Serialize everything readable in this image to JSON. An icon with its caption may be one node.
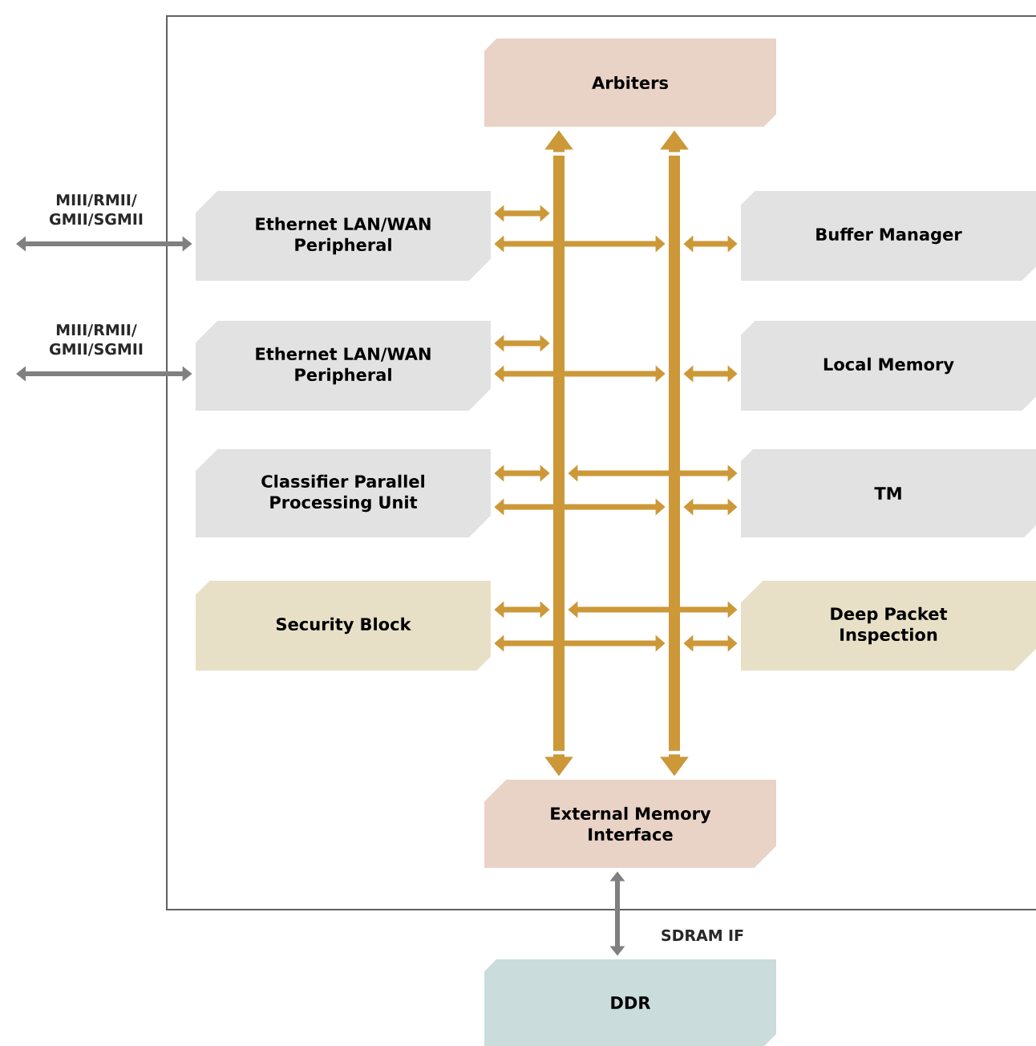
{
  "diagram": {
    "nodes": [
      {
        "text": [
          "Arbiters"
        ]
      },
      {
        "text": [
          "Ethernet LAN/WAN Peripheral"
        ]
      },
      {
        "text": [
          "Ethernet LAN/WAN Peripheral"
        ]
      },
      {
        "text": [
          "Classifier Parallel Processing Unit"
        ]
      },
      {
        "text": [
          "Security Block"
        ]
      },
      {
        "text": [
          "Buffer Manager"
        ]
      },
      {
        "text": [
          "Local Memory"
        ]
      },
      {
        "text": [
          "TM"
        ]
      },
      {
        "text": [
          "Deep Packet Inspection"
        ]
      },
      {
        "text": [
          "External Memory Interface"
        ]
      },
      {
        "text": [
          "DDR"
        ]
      },
      {
        "text": [],
        "shape": "bar"
      },
      {
        "text": [],
        "shape": "bar"
      }
    ],
    "edges": [
      {
        "from": 11,
        "to": 0,
        "arrow": "to",
        "style": "thick"
      },
      {
        "from": 12,
        "to": 0,
        "arrow": "to",
        "style": "thick"
      },
      {
        "from": 11,
        "to": 9,
        "arrow": "to",
        "style": "thick"
      },
      {
        "from": 12,
        "to": 9,
        "arrow": "to",
        "style": "thick"
      },
      {
        "from": null,
        "to": 1,
        "arrow": "both",
        "color": "#808080",
        "label": "MIII/RMII/ GMII/SGMII"
      },
      {
        "from": null,
        "to": 2,
        "arrow": "both",
        "color": "#808080",
        "label": "MIII/RMII/ GMII/SGMII"
      },
      {
        "from": 1,
        "to": 11,
        "arrow": "both"
      },
      {
        "from": 1,
        "to": 12,
        "arrow": "both"
      },
      {
        "from": 12,
        "to": 5,
        "arrow": "both"
      },
      {
        "from": 2,
        "to": 11,
        "arrow": "both"
      },
      {
        "from": 2,
        "to": 12,
        "arrow": "both"
      },
      {
        "from": 12,
        "to": 6,
        "arrow": "both"
      },
      {
        "from": 3,
        "to": 11,
        "arrow": "both"
      },
      {
        "from": 3,
        "to": 12,
        "arrow": "both"
      },
      {
        "from": 11,
        "to": 7,
        "arrow": "both"
      },
      {
        "from": 12,
        "to": 7,
        "arrow": "both"
      },
      {
        "from": 4,
        "to": 11,
        "arrow": "both"
      },
      {
        "from": 4,
        "to": 12,
        "arrow": "both"
      },
      {
        "from": 11,
        "to": 8,
        "arrow": "both"
      },
      {
        "from": 12,
        "to": 8,
        "arrow": "both"
      },
      {
        "from": 9,
        "to": 10,
        "arrow": "both",
        "color": "#808080",
        "label": "SDRAM IF"
      }
    ]
  }
}
